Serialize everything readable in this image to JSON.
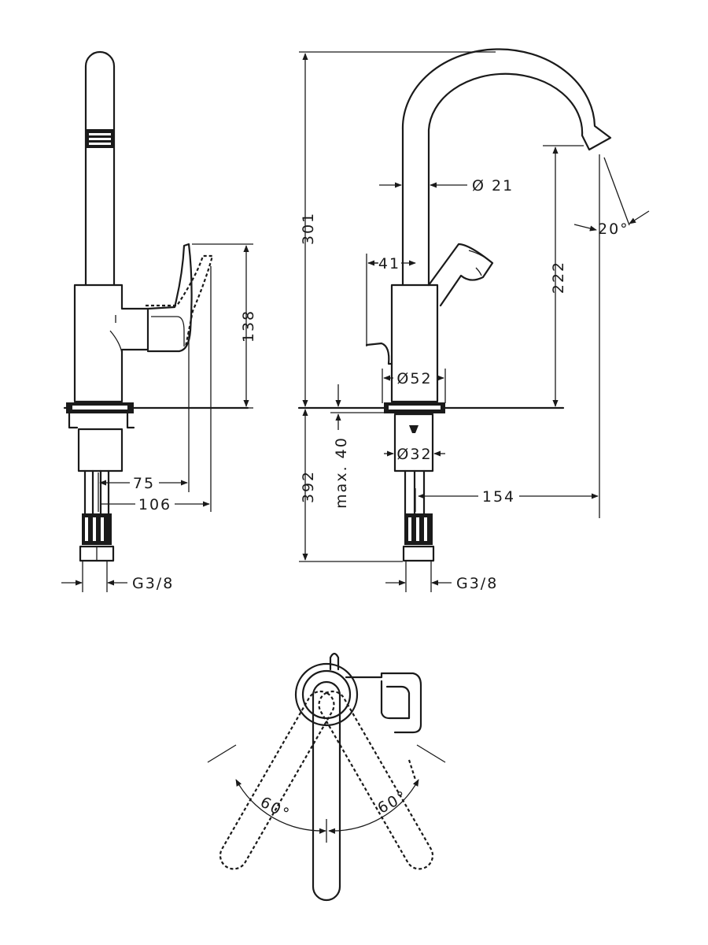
{
  "side_view": {
    "dim_handle_height": "138",
    "dim_handle_reach": "75",
    "dim_lever_reach": "106",
    "thread": "G3/8"
  },
  "front_view": {
    "dim_total_height": "301",
    "dim_below_deck": "392",
    "dim_spout_diameter": "Ø 21",
    "dim_handle": "41",
    "dim_outlet_height": "222",
    "dim_angle": "20°",
    "dim_body_diameter": "Ø52",
    "dim_deck_thickness": "max. 40",
    "dim_shank_diameter": "Ø32",
    "dim_spout_reach": "154",
    "thread": "G3/8"
  },
  "top_view": {
    "rotation_left": "60°",
    "rotation_right": "60°"
  }
}
